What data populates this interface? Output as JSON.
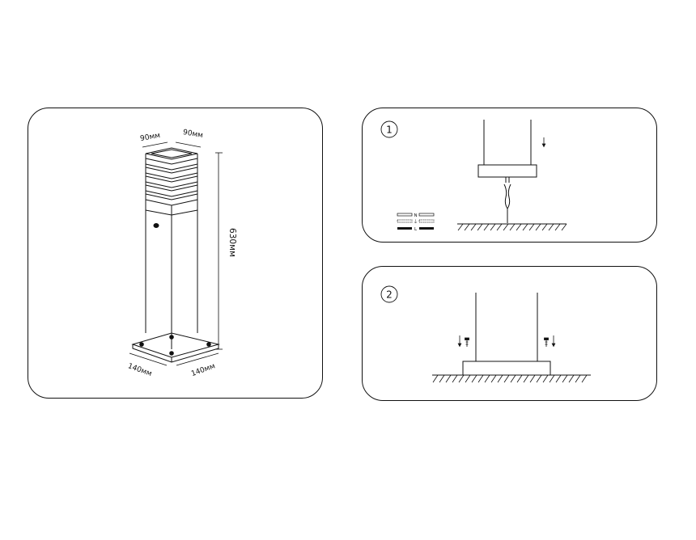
{
  "product_panel": {
    "dims": {
      "top_left": "90мм",
      "top_right": "90мм",
      "height": "630мм",
      "base_left": "140мм",
      "base_right": "140мм"
    }
  },
  "step1": {
    "number": "1",
    "legend": {
      "neutral": "N",
      "earth": "⏚",
      "live": "L"
    }
  },
  "step2": {
    "number": "2"
  }
}
